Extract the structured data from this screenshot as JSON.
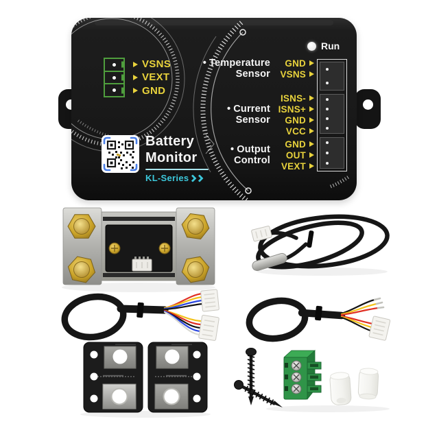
{
  "device": {
    "run_label": "Run",
    "bullet": "•",
    "brand": {
      "line1": "Battery",
      "line2": "Monitor",
      "series": "KL-Series"
    },
    "left_port": {
      "pins": [
        "VSNS",
        "VEXT",
        "GND"
      ]
    },
    "pin_groups": [
      {
        "label_line1": "Temperature",
        "label_line2": "Sensor",
        "pins": [
          "GND",
          "VSNS"
        ]
      },
      {
        "label_line1": "Current",
        "label_line2": "Sensor",
        "pins": [
          "ISNS-",
          "ISNS+",
          "GND",
          "VCC"
        ]
      },
      {
        "label_line1": "Output",
        "label_line2": "Control",
        "pins": [
          "GND",
          "OUT",
          "VEXT"
        ]
      }
    ]
  },
  "colors": {
    "device_body": "#1a1a1a",
    "pin_yellow": "#e8d23c",
    "label_white": "#f5f5f5",
    "series_teal": "#3cc8db",
    "connector_green": "#4f9e3d",
    "terminal_green": "#2f9448",
    "brass": "#c9a227",
    "qr_blue": "#4a7fe8"
  }
}
